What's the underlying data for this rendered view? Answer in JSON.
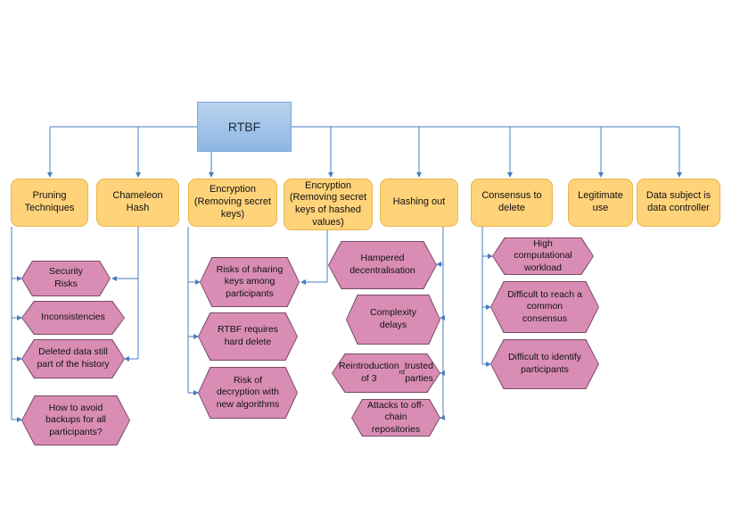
{
  "root": {
    "label": "RTBF"
  },
  "categories": [
    {
      "id": "pruning",
      "label": "Pruning Techniques"
    },
    {
      "id": "chameleon",
      "label": "Chameleon Hash"
    },
    {
      "id": "enc1",
      "label": "Encryption (Removing secret keys)"
    },
    {
      "id": "enc2",
      "label": "Encryption (Removing secret keys of hashed values)"
    },
    {
      "id": "hashing",
      "label": "Hashing out"
    },
    {
      "id": "consensus",
      "label": "Consensus to delete"
    },
    {
      "id": "legitimate",
      "label": "Legitimate use"
    },
    {
      "id": "subject",
      "label": "Data subject is data controller"
    }
  ],
  "issues": [
    {
      "id": "security",
      "label": "Security Risks"
    },
    {
      "id": "inconsistencies",
      "label": "Inconsistencies"
    },
    {
      "id": "deleted",
      "label": "Deleted data still part of the history"
    },
    {
      "id": "backups",
      "label": "How to avoid backups for all participants?"
    },
    {
      "id": "sharing",
      "label": "Risks of sharing keys among participants"
    },
    {
      "id": "harddelete",
      "label": "RTBF requires hard delete"
    },
    {
      "id": "decryption",
      "label": "Risk of decryption with new algorithms"
    },
    {
      "id": "hampered",
      "label": "Hampered decentralisation"
    },
    {
      "id": "complexity",
      "label": "Complexity delays"
    },
    {
      "id": "reintro",
      "label": "Reintroduction of 3rd trusted parties"
    },
    {
      "id": "offchain",
      "label": "Attacks to off-chain repositories"
    },
    {
      "id": "workload",
      "label": "High computational workload"
    },
    {
      "id": "consensus_reach",
      "label": "Difficult to reach a common consensus"
    },
    {
      "id": "identify",
      "label": "Difficult to identify participants"
    }
  ],
  "colors": {
    "root_fill": "#8db6e4",
    "category_fill": "#ffd37a",
    "issue_fill": "#d98db5",
    "connector": "#4a7ec0"
  }
}
